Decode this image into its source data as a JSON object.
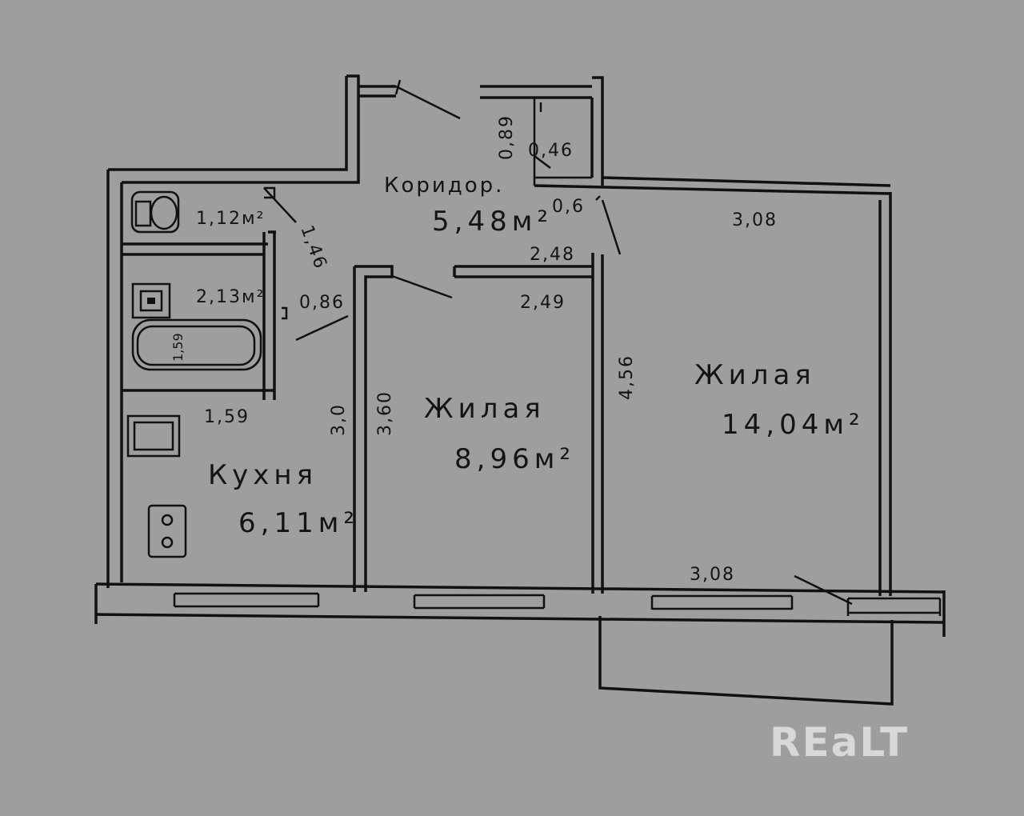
{
  "rooms": {
    "corridor": {
      "name": "Коридор.",
      "area": "5,48м²"
    },
    "bath_wc": {
      "area": "1,12м²"
    },
    "bathroom": {
      "area": "2,13м²"
    },
    "kitchen": {
      "name": "Кухня",
      "area": "6,11м²"
    },
    "living_small": {
      "name": "Жилая",
      "area": "8,96м²"
    },
    "living_large": {
      "name": "Жилая",
      "area": "14,04м²"
    }
  },
  "dimensions": {
    "closet_h": "0,89",
    "closet_w": "0,46",
    "corridor_gap": "0,6",
    "large_top": "3,08",
    "wc_depth": "1,46",
    "corridor_bottom_top": "2,48",
    "corridor_bottom": "2,49",
    "door_gap": "0,86",
    "tub": "1,59",
    "kitchen_w": "1,59",
    "kitchen_h": "3,0",
    "small_h": "3,60",
    "large_h": "4,56",
    "large_bottom": "3,08"
  },
  "watermark": "REaLT"
}
